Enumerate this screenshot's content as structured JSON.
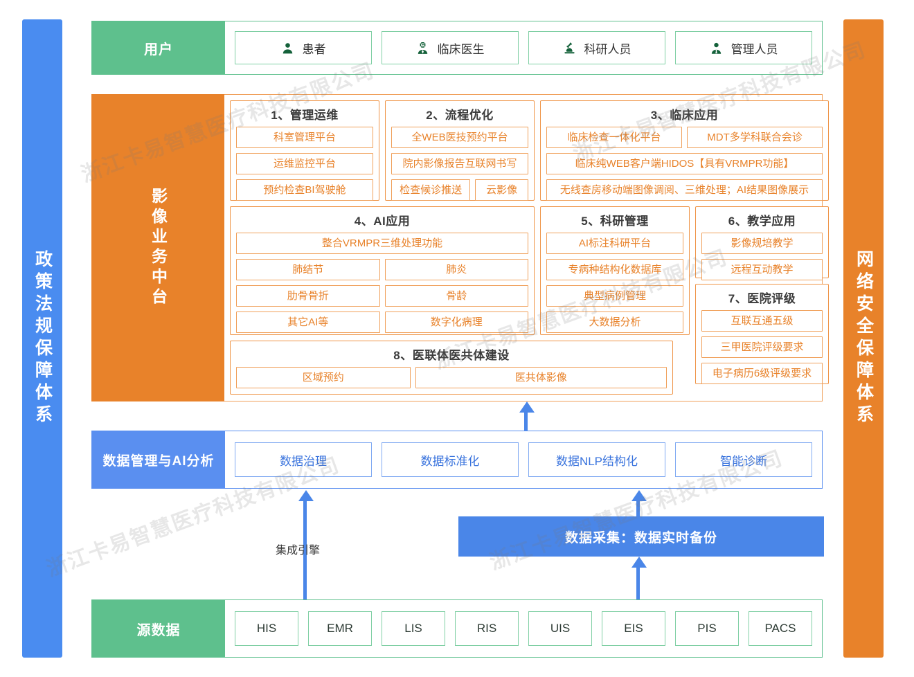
{
  "left_bar": {
    "label": "政策法规保障体系",
    "color": "#4a8cf0"
  },
  "right_bar": {
    "label": "网络安全保障体系",
    "color": "#e8822a"
  },
  "users_row": {
    "label": "用户",
    "color": "#5ec08d",
    "items": [
      {
        "icon": "person-icon",
        "label": "患者"
      },
      {
        "icon": "doctor-icon",
        "label": "临床医生"
      },
      {
        "icon": "microscope-icon",
        "label": "科研人员"
      },
      {
        "icon": "manager-icon",
        "label": "管理人员"
      }
    ]
  },
  "middle": {
    "label": "影像业务中台",
    "color": "#e8822a",
    "groups": [
      {
        "title": "1、管理运维",
        "rows": [
          [
            "科室管理平台"
          ],
          [
            "运维监控平台"
          ],
          [
            "预约检查BI驾驶舱"
          ]
        ]
      },
      {
        "title": "2、流程优化",
        "rows": [
          [
            "全WEB医技预约平台"
          ],
          [
            "院内影像报告互联网书写"
          ],
          [
            "检查候诊推送",
            "云影像"
          ]
        ]
      },
      {
        "title": "3、临床应用",
        "rows": [
          [
            "临床检查一体化平台",
            "MDT多学科联合会诊"
          ],
          [
            "临床纯WEB客户端HIDOS【具有VRMPR功能】"
          ],
          [
            "无线查房移动端图像调阅、三维处理；AI结果图像展示"
          ]
        ]
      },
      {
        "title": "4、AI应用",
        "rows": [
          [
            "整合VRMPR三维处理功能"
          ],
          [
            "肺结节",
            "肺炎"
          ],
          [
            "肋骨骨折",
            "骨龄"
          ],
          [
            "其它AI等",
            "数字化病理"
          ]
        ]
      },
      {
        "title": "5、科研管理",
        "rows": [
          [
            "AI标注科研平台"
          ],
          [
            "专病种结构化数据库"
          ],
          [
            "典型病例管理"
          ],
          [
            "大数据分析"
          ]
        ]
      },
      {
        "title": "6、教学应用",
        "rows": [
          [
            "影像规培教学"
          ],
          [
            "远程互动教学"
          ]
        ]
      },
      {
        "title": "7、医院评级",
        "rows": [
          [
            "互联互通五级"
          ],
          [
            "三甲医院评级要求"
          ],
          [
            "电子病历6级评级要求"
          ]
        ]
      },
      {
        "title": "8、医联体医共体建设",
        "rows": [
          [
            "区域预约",
            "医共体影像"
          ]
        ]
      }
    ]
  },
  "data_mgmt_row": {
    "label": "数据管理与AI分析",
    "color": "#5a8ff0",
    "items": [
      "数据治理",
      "数据标准化",
      "数据NLP结构化",
      "智能诊断"
    ]
  },
  "connectors": {
    "engine_label": "集成引擎",
    "collect_label": "数据采集：数据实时备份",
    "arrow_color": "#4a86e8"
  },
  "source_row": {
    "label": "源数据",
    "color": "#5ec08d",
    "items": [
      "HIS",
      "EMR",
      "LIS",
      "RIS",
      "UIS",
      "EIS",
      "PIS",
      "PACS"
    ]
  },
  "watermark": {
    "text": "浙江卡易智慧医疗科技有限公司"
  }
}
